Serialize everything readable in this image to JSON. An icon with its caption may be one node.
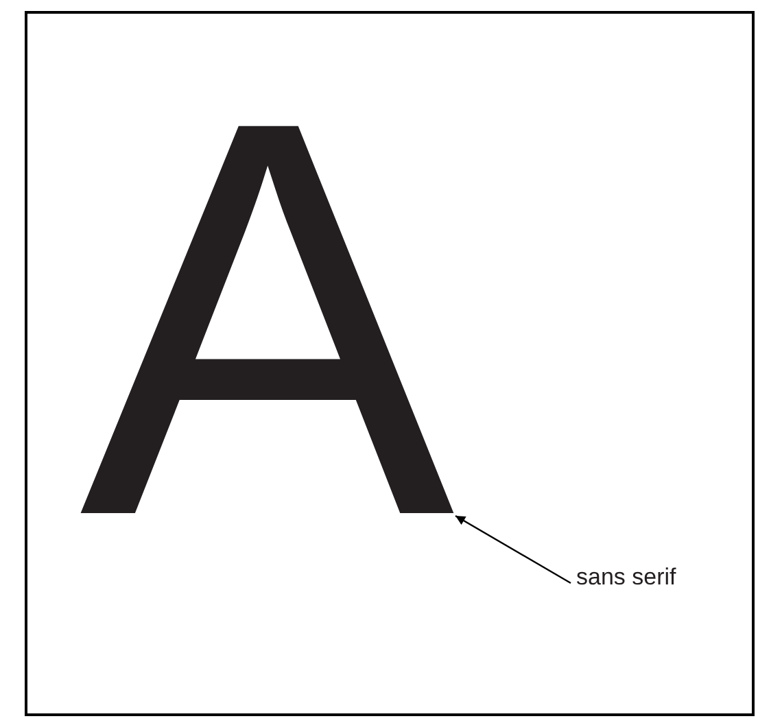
{
  "diagram": {
    "nodes": [
      {
        "text": [
          "A"
        ]
      },
      {
        "text": [
          "sans serif"
        ]
      }
    ],
    "edges": [
      {
        "from": 1,
        "to": 0,
        "arrow": "to"
      }
    ]
  }
}
